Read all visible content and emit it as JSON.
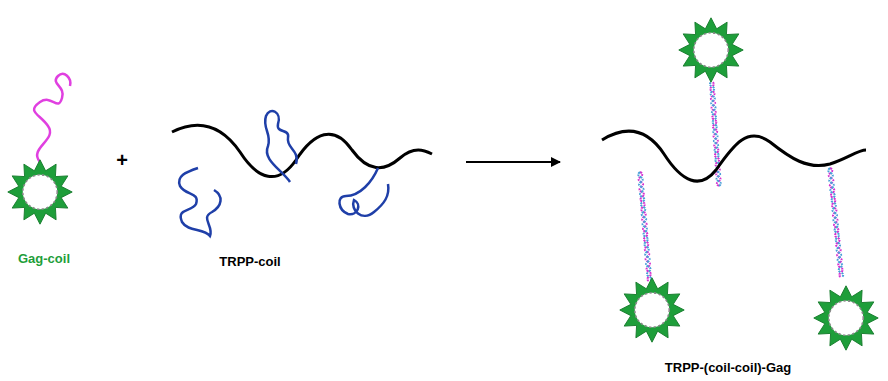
{
  "diagram": {
    "labels": [
      "Gag-coil",
      "+",
      "TRPP-coil",
      "TRPP-(coil-coil)-Gag"
    ]
  }
}
